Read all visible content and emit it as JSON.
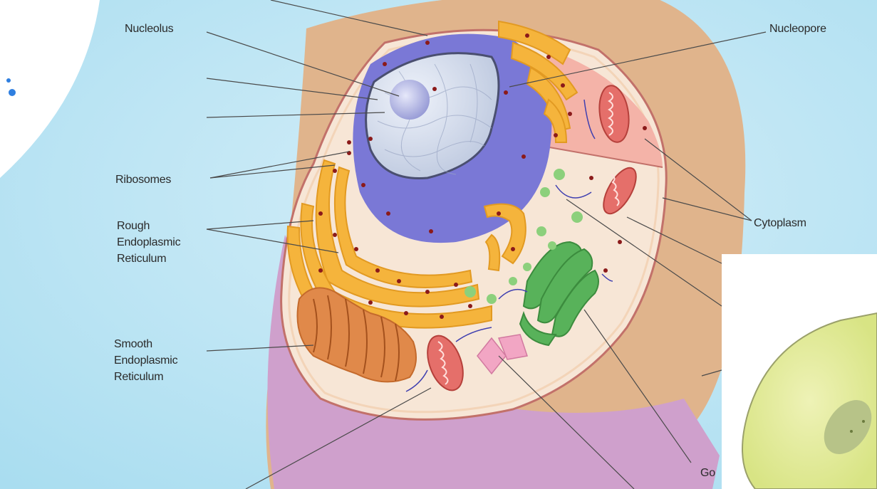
{
  "labels": {
    "nucleolus": "Nucleolus",
    "nucleopore": "Nucleopore",
    "ribosomes": "Ribosomes",
    "rough_er": "Rough\nEndoplasmic\nReticulum",
    "smooth_er": "Smooth\nEndoplasmic\nReticulum",
    "cytoplasm": "Cytoplasm",
    "golgi_partial": "Go"
  },
  "colors": {
    "background_blue": "#bfe6f4",
    "cell_outer_tan": "#e0b48c",
    "cell_lower_purple": "#cfa0cc",
    "cytoplasm_fill": "#f7e6d6",
    "nucleus_envelope": "#7a78d6",
    "nucleus_interior": "#d6e0ec",
    "rough_er": "#f5b43c",
    "smooth_er": "#e0894a",
    "golgi": "#58b25a",
    "mitochondria": "#e56f6a",
    "leader_line": "#444444"
  }
}
